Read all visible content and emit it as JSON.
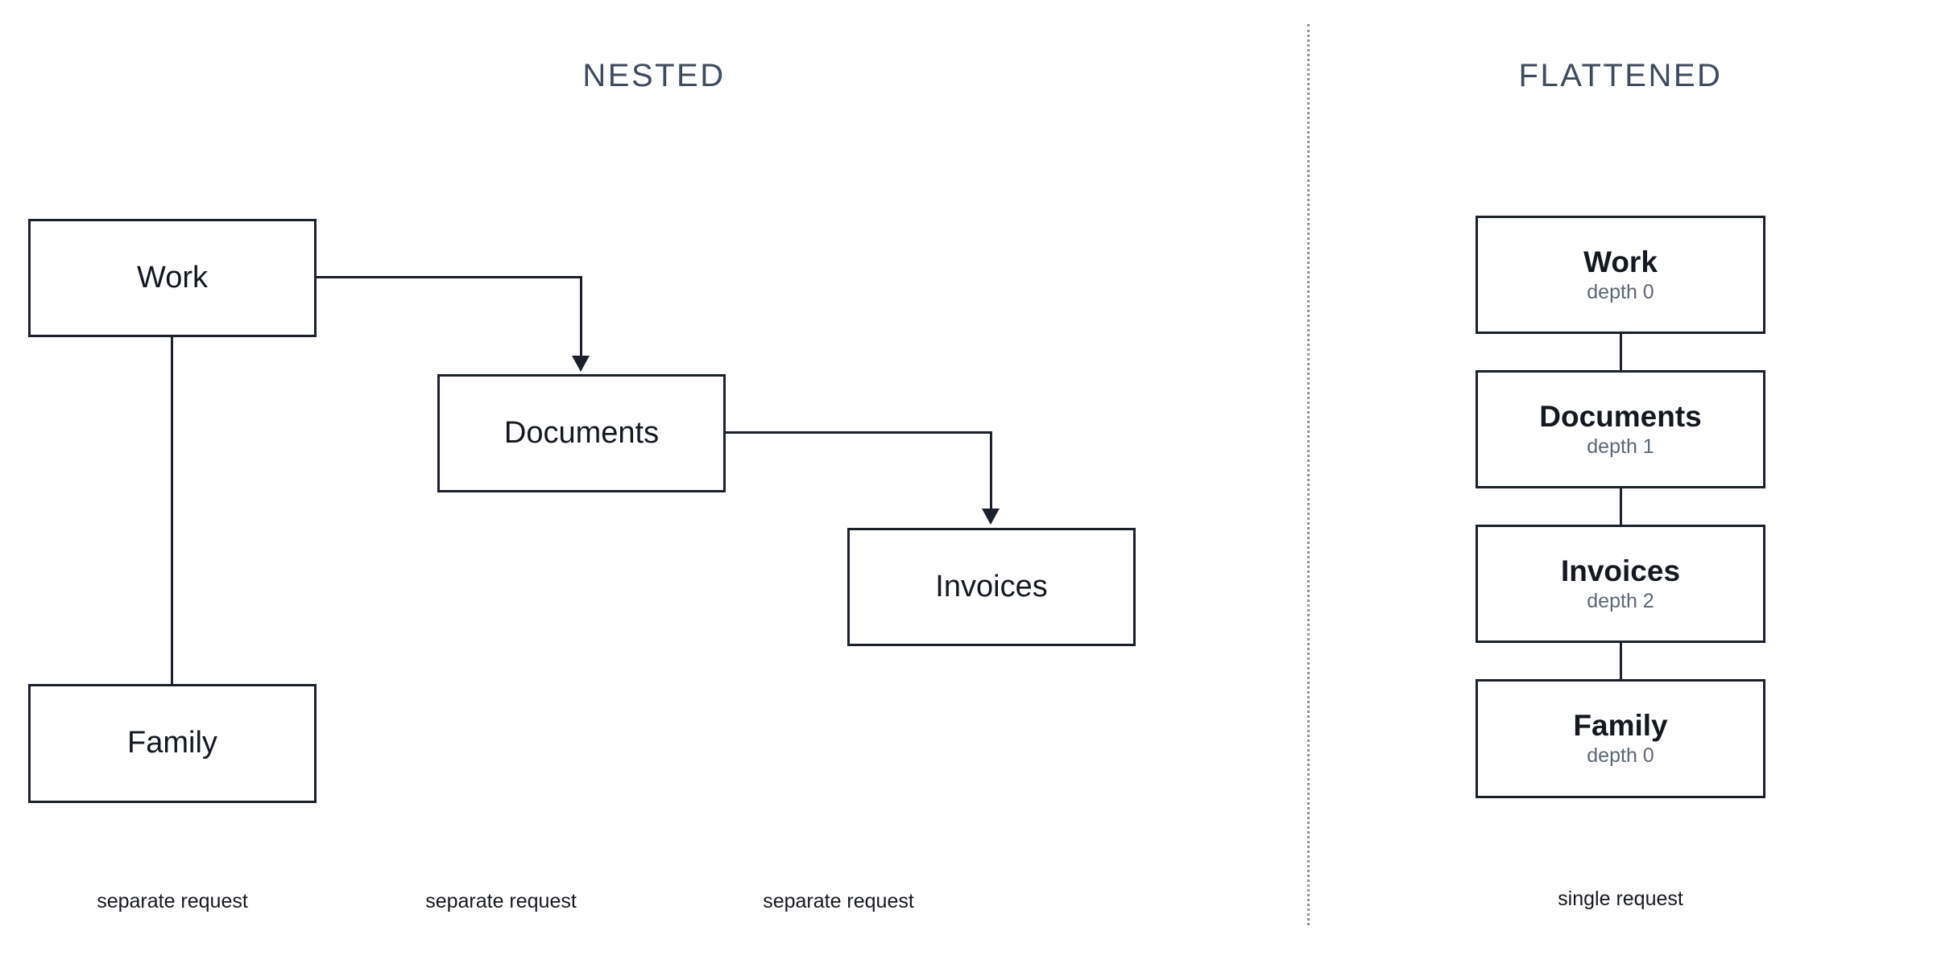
{
  "nested": {
    "title": "NESTED",
    "nodes": [
      {
        "label": "Work"
      },
      {
        "label": "Documents"
      },
      {
        "label": "Invoices"
      },
      {
        "label": "Family"
      }
    ],
    "captions": [
      "separate request",
      "separate request",
      "separate request"
    ]
  },
  "flattened": {
    "title": "FLATTENED",
    "nodes": [
      {
        "label": "Work",
        "depth": "depth 0"
      },
      {
        "label": "Documents",
        "depth": "depth 1"
      },
      {
        "label": "Invoices",
        "depth": "depth 2"
      },
      {
        "label": "Family",
        "depth": "depth 0"
      }
    ],
    "caption": "single request"
  },
  "colors": {
    "background": "#ffffff",
    "box_border": "#1b202b",
    "box_label": "#14181f",
    "section_title": "#3f4b5e",
    "depth_text": "#5d6775",
    "divider": "#8a8f99",
    "caption": "#15181d"
  }
}
